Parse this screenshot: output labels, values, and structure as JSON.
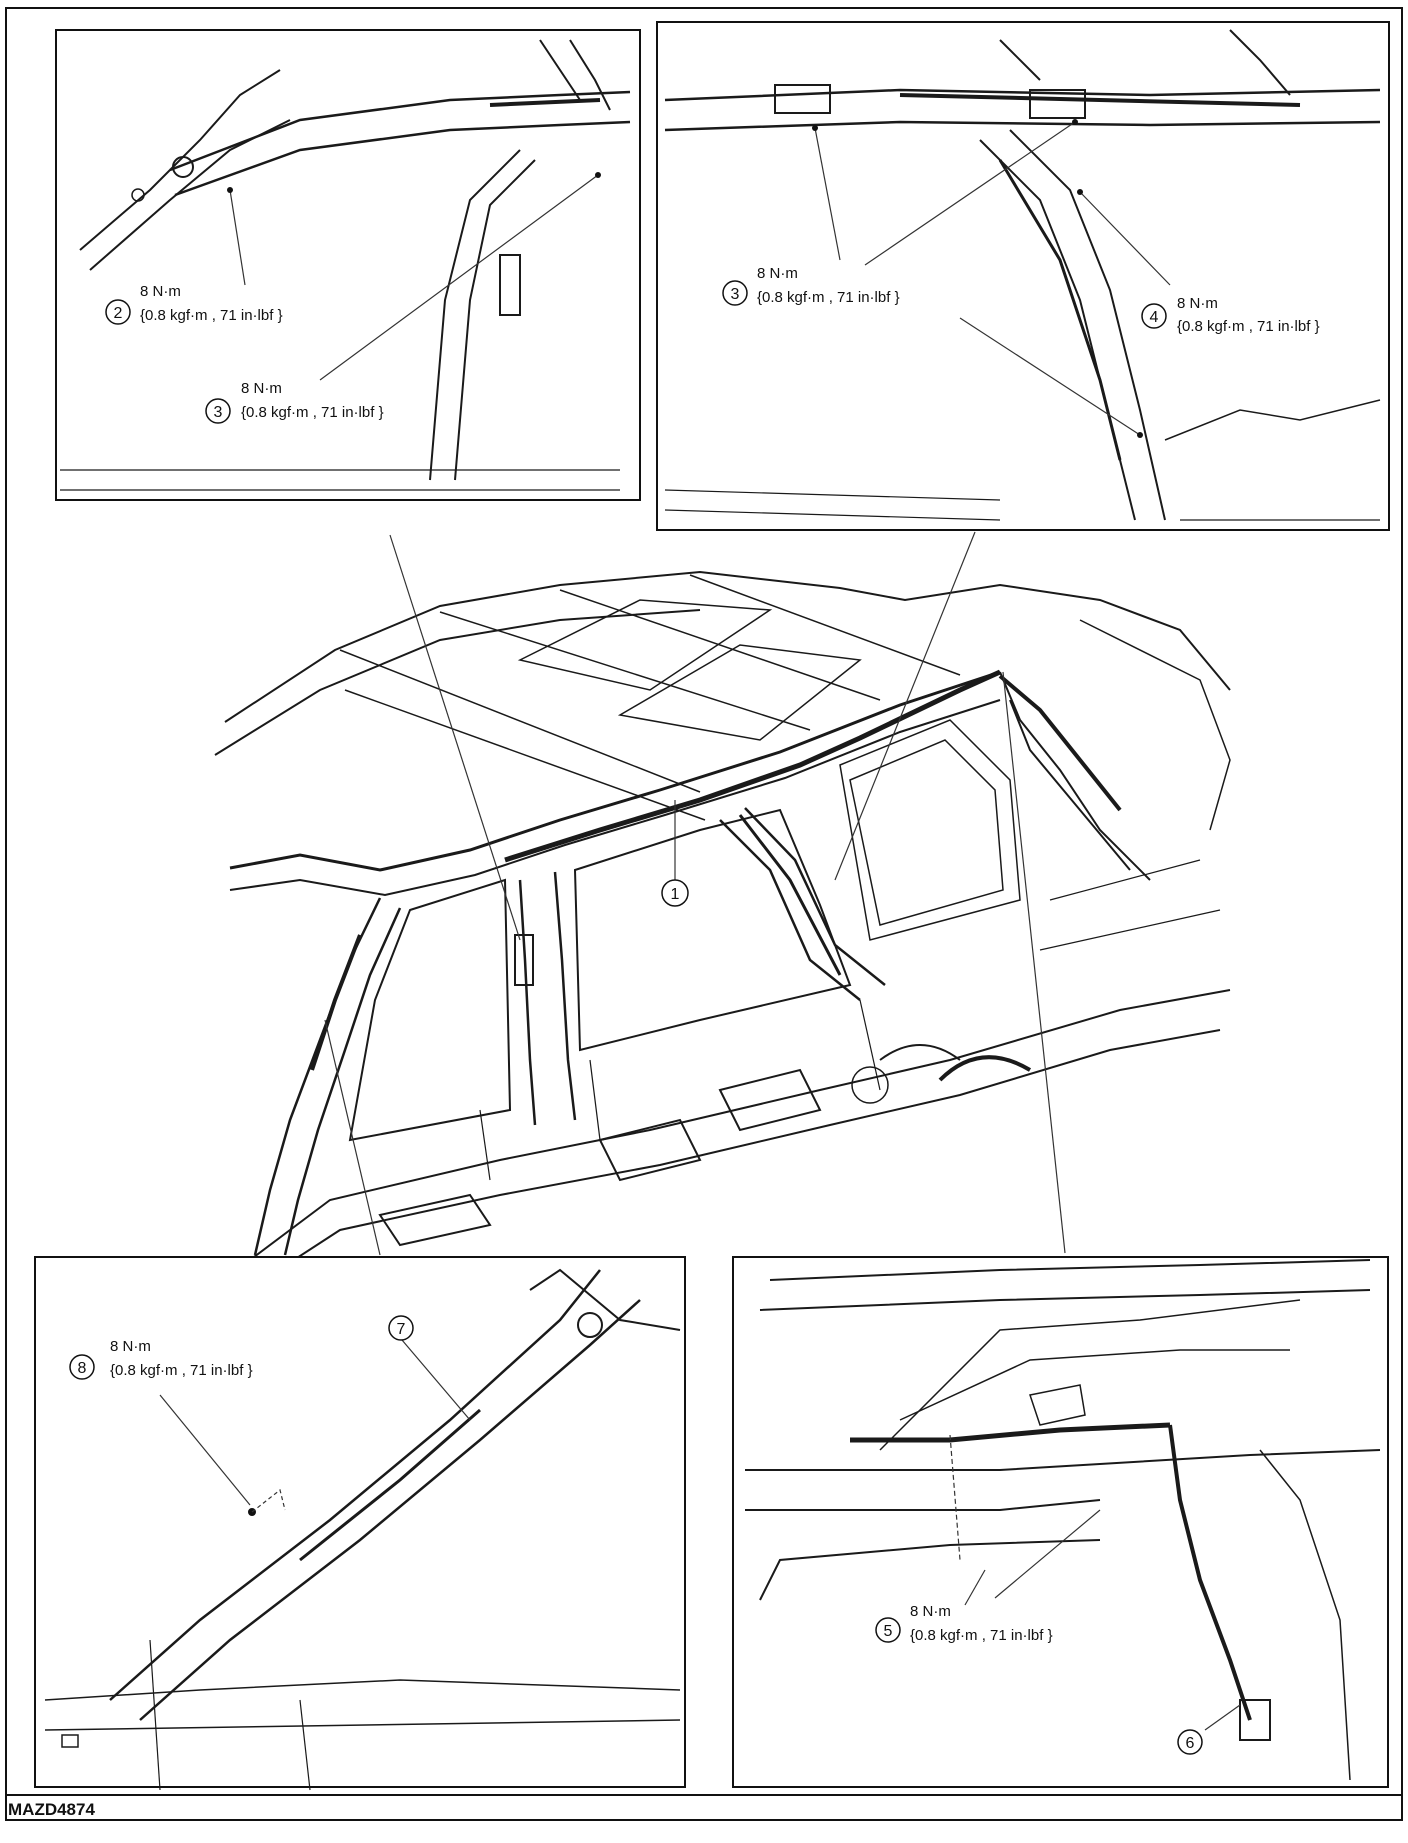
{
  "diagram_id": "MAZD4874",
  "callouts": {
    "c1": "1",
    "c2": "2",
    "c3": "3",
    "c4": "4",
    "c5": "5",
    "c6": "6",
    "c7": "7",
    "c8": "8"
  },
  "torque": {
    "value": "8 N·m",
    "spec": "{0.8 kgf·m , 71 in·lbf }"
  }
}
